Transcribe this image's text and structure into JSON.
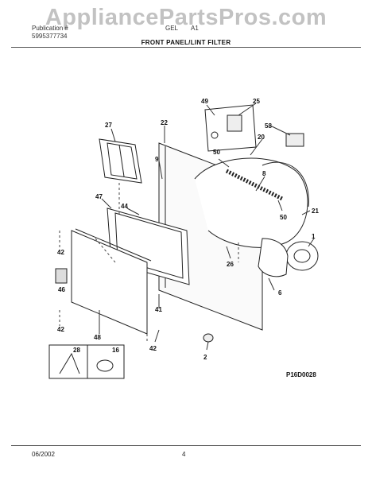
{
  "watermark": "AppliancePartsPros.com",
  "header": {
    "line1_left": "Publication #",
    "line2_left": "5995377734",
    "model_fragment": "GEL",
    "model_fragment2": "A1"
  },
  "title": "FRONT PANEL/LINT FILTER",
  "diagram_code": "P16D0028",
  "footer": {
    "date": "06/2002",
    "page": "4"
  },
  "callouts": [
    "49",
    "25",
    "27",
    "22",
    "58",
    "9",
    "50",
    "20",
    "8",
    "47",
    "44",
    "50",
    "21",
    "1",
    "42",
    "26",
    "46",
    "41",
    "6",
    "42",
    "48",
    "42",
    "2",
    "28",
    "16"
  ]
}
